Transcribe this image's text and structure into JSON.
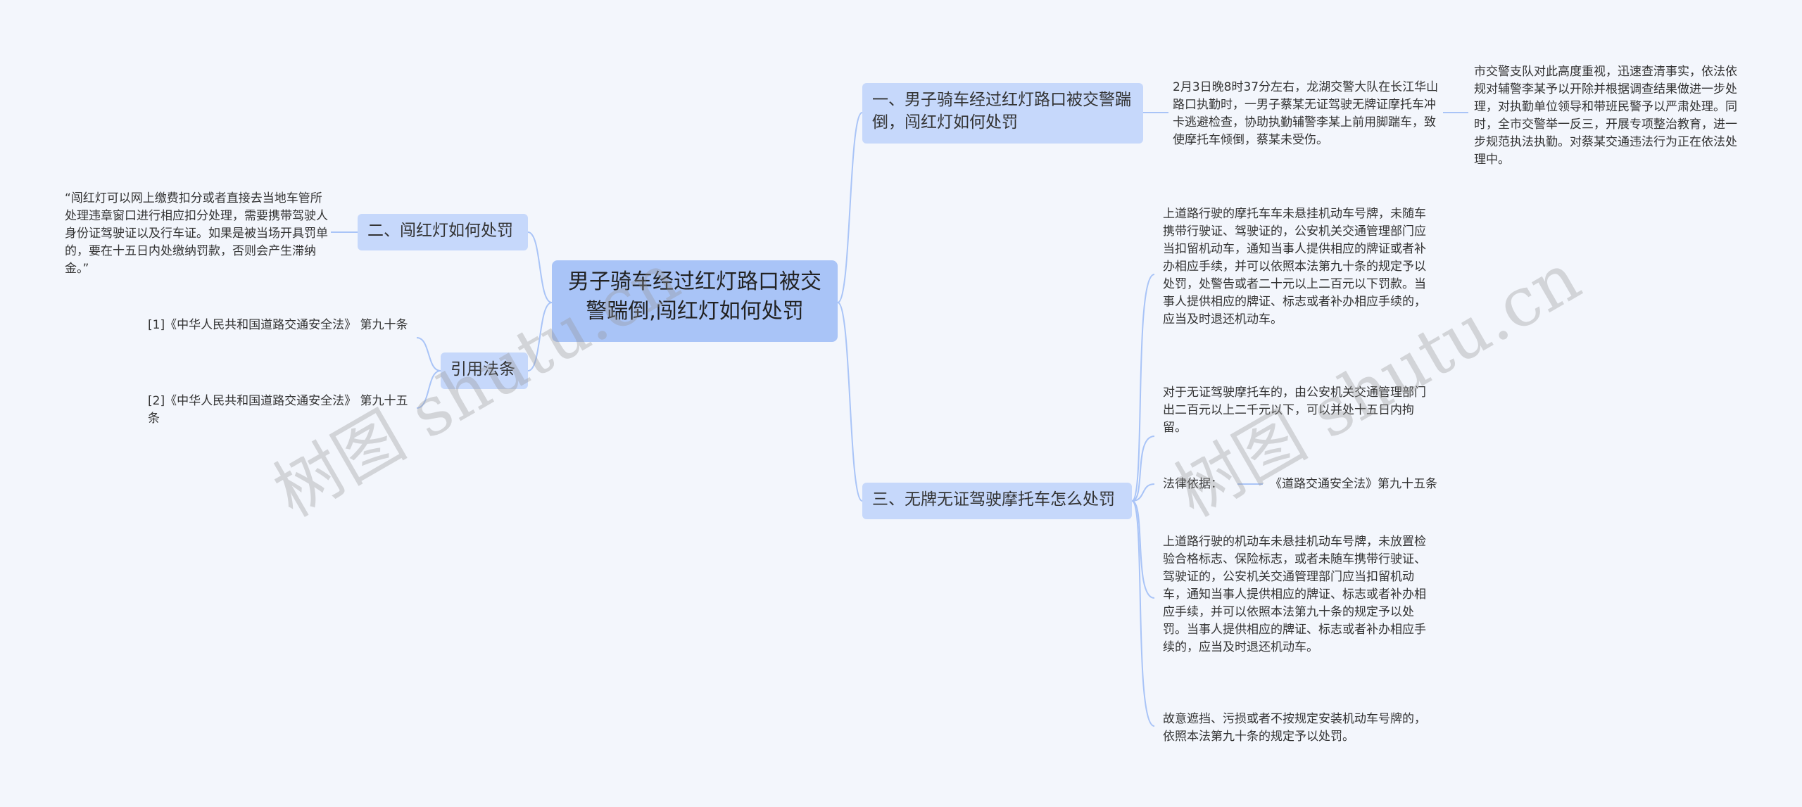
{
  "root": {
    "title": "男子骑车经过红灯路口被交警踹倒,闯红灯如何处罚"
  },
  "branches": {
    "b1": {
      "label": "一、男子骑车经过红灯路口被交警踹倒，闯红灯如何处罚"
    },
    "b2": {
      "label": "二、闯红灯如何处罚"
    },
    "b3": {
      "label": "三、无牌无证驾驶摩托车怎么处罚"
    },
    "b4": {
      "label": "引用法条"
    }
  },
  "leaves": {
    "b1_l1": "2月3日晚8时37分左右，龙湖交警大队在长江华山路口执勤时，一男子蔡某无证驾驶无牌证摩托车冲卡逃避检查，协助执勤辅警李某上前用脚踹车，致使摩托车倾倒，蔡某未受伤。",
    "b1_l2": "市交警支队对此高度重视，迅速查清事实，依法依规对辅警李某予以开除并根据调查结果做进一步处理，对执勤单位领导和带班民警予以严肃处理。同时，全市交警举一反三，开展专项整治教育，进一步规范执法执勤。对蔡某交通违法行为正在依法处理中。",
    "b2_l1": "“闯红灯可以网上缴费扣分或者直接去当地车管所处理违章窗口进行相应扣分处理，需要携带驾驶人身份证驾驶证以及行车证。如果是被当场开具罚单的，要在十五日内处缴纳罚款，否则会产生滞纳金。”",
    "b3_l1": "上道路行驶的摩托车车未悬挂机动车号牌，未随车携带行驶证、驾驶证的，公安机关交通管理部门应当扣留机动车，通知当事人提供相应的牌证或者补办相应手续，并可以依照本法第九十条的规定予以处罚，处警告或者二十元以上二百元以下罚款。当事人提供相应的牌证、标志或者补办相应手续的，应当及时退还机动车。",
    "b3_l2": "对于无证驾驶摩托车的，由公安机关交通管理部门出二百元以上二千元以下，可以并处十五日内拘留。",
    "b3_l3": "法律依据：",
    "b3_l3a": "《道路交通安全法》第九十五条",
    "b3_l4": "上道路行驶的机动车未悬挂机动车号牌，未放置检验合格标志、保险标志，或者未随车携带行驶证、驾驶证的，公安机关交通管理部门应当扣留机动车，通知当事人提供相应的牌证、标志或者补办相应手续，并可以依照本法第九十条的规定予以处罚。当事人提供相应的牌证、标志或者补办相应手续的，应当及时退还机动车。",
    "b3_l5": "故意遮挡、污损或者不按规定安装机动车号牌的，依照本法第九十条的规定予以处罚。",
    "b4_l1": "[1]《中华人民共和国道路交通安全法》 第九十条",
    "b4_l2": "[2]《中华人民共和国道路交通安全法》 第九十五条"
  },
  "watermark": {
    "left": "树图 shutu.cn",
    "right": "树图 shutu.cn"
  },
  "colors": {
    "link": "#a9c4f7",
    "branch_bg": "#c6d8fb",
    "root_bg": "#a9c4f7",
    "background": "#f3f6fc"
  }
}
